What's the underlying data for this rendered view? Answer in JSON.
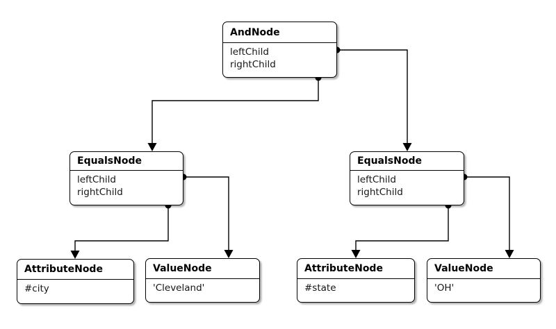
{
  "diagram": {
    "background_color": "#ffffff",
    "node_fill_color": "#ffffff",
    "node_border_color": "#000000",
    "edge_color": "#000000",
    "nodes": {
      "and": {
        "title": "AndNode",
        "fields": [
          "leftChild",
          "rightChild"
        ]
      },
      "equals_left": {
        "title": "EqualsNode",
        "fields": [
          "leftChild",
          "rightChild"
        ]
      },
      "equals_right": {
        "title": "EqualsNode",
        "fields": [
          "leftChild",
          "rightChild"
        ]
      },
      "attribute_city": {
        "title": "AttributeNode",
        "fields": [
          "#city"
        ]
      },
      "value_cleveland": {
        "title": "ValueNode",
        "fields": [
          "'Cleveland'"
        ]
      },
      "attribute_state": {
        "title": "AttributeNode",
        "fields": [
          "#state"
        ]
      },
      "value_oh": {
        "title": "ValueNode",
        "fields": [
          "'OH'"
        ]
      }
    },
    "edges": [
      {
        "from": "and",
        "from_side": "right",
        "to": "equals_right"
      },
      {
        "from": "and",
        "from_side": "bottom",
        "to": "equals_left"
      },
      {
        "from": "equals_left",
        "from_side": "right",
        "to": "value_cleveland"
      },
      {
        "from": "equals_left",
        "from_side": "bottom",
        "to": "attribute_city"
      },
      {
        "from": "equals_right",
        "from_side": "right",
        "to": "value_oh"
      },
      {
        "from": "equals_right",
        "from_side": "bottom",
        "to": "attribute_state"
      }
    ]
  }
}
